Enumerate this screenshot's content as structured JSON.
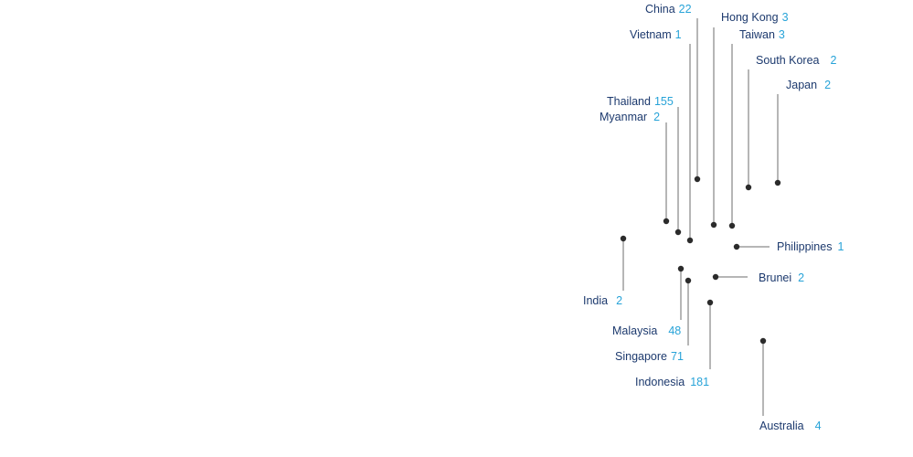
{
  "colors": {
    "name": "#1d3a6e",
    "count": "#27a3d8",
    "dot": "#2b2b2b",
    "line": "#6d6d6d"
  },
  "locations": [
    {
      "name": "China",
      "count": "22"
    },
    {
      "name": "Hong Kong",
      "count": "3"
    },
    {
      "name": "Vietnam",
      "count": "1"
    },
    {
      "name": "Taiwan",
      "count": "3"
    },
    {
      "name": "South Korea",
      "count": "2"
    },
    {
      "name": "Japan",
      "count": "2"
    },
    {
      "name": "Thailand",
      "count": "155"
    },
    {
      "name": "Myanmar",
      "count": "2"
    },
    {
      "name": "Philippines",
      "count": "1"
    },
    {
      "name": "Brunei",
      "count": "2"
    },
    {
      "name": "India",
      "count": "2"
    },
    {
      "name": "Malaysia",
      "count": "48"
    },
    {
      "name": "Singapore",
      "count": "71"
    },
    {
      "name": "Indonesia",
      "count": "181"
    },
    {
      "name": "Australia",
      "count": "4"
    }
  ]
}
